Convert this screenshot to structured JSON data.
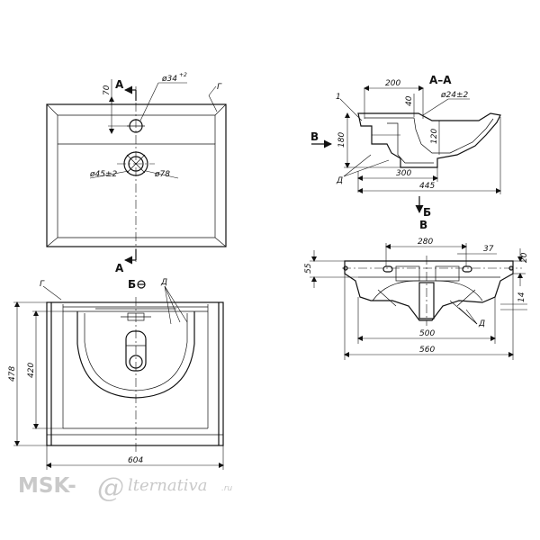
{
  "top_view": {
    "cut_mark": "А",
    "dim_vertical": "70",
    "dim_hole": "ø34",
    "dim_hole_tol": "+2",
    "label_edge": "Г",
    "dim_drain": "ø45±2",
    "dim_drain_outer": "ø78"
  },
  "section_view": {
    "title": "А–А",
    "label_1": "1",
    "label_d": "Д",
    "arrow_label": "В",
    "dim_200": "200",
    "dim_40": "40",
    "dim_d24": "ø24±2",
    "dim_180": "180",
    "dim_120": "120",
    "dim_300": "300",
    "dim_445": "445"
  },
  "bottom_view": {
    "view_label": "Б",
    "label_edge": "Г",
    "label_d": "Д",
    "dim_478": "478",
    "dim_420": "420",
    "dim_604": "604"
  },
  "front_view": {
    "view_b": "Б",
    "view_v": "В",
    "dim_280": "280",
    "dim_37": "37",
    "dim_20": "20",
    "dim_55": "55",
    "dim_14": "14",
    "dim_500": "500",
    "dim_560": "560",
    "label_d": "Д"
  },
  "watermark": {
    "left": "MSK-",
    "at": "@",
    "right": "lternativa",
    "tld": ".ru"
  }
}
